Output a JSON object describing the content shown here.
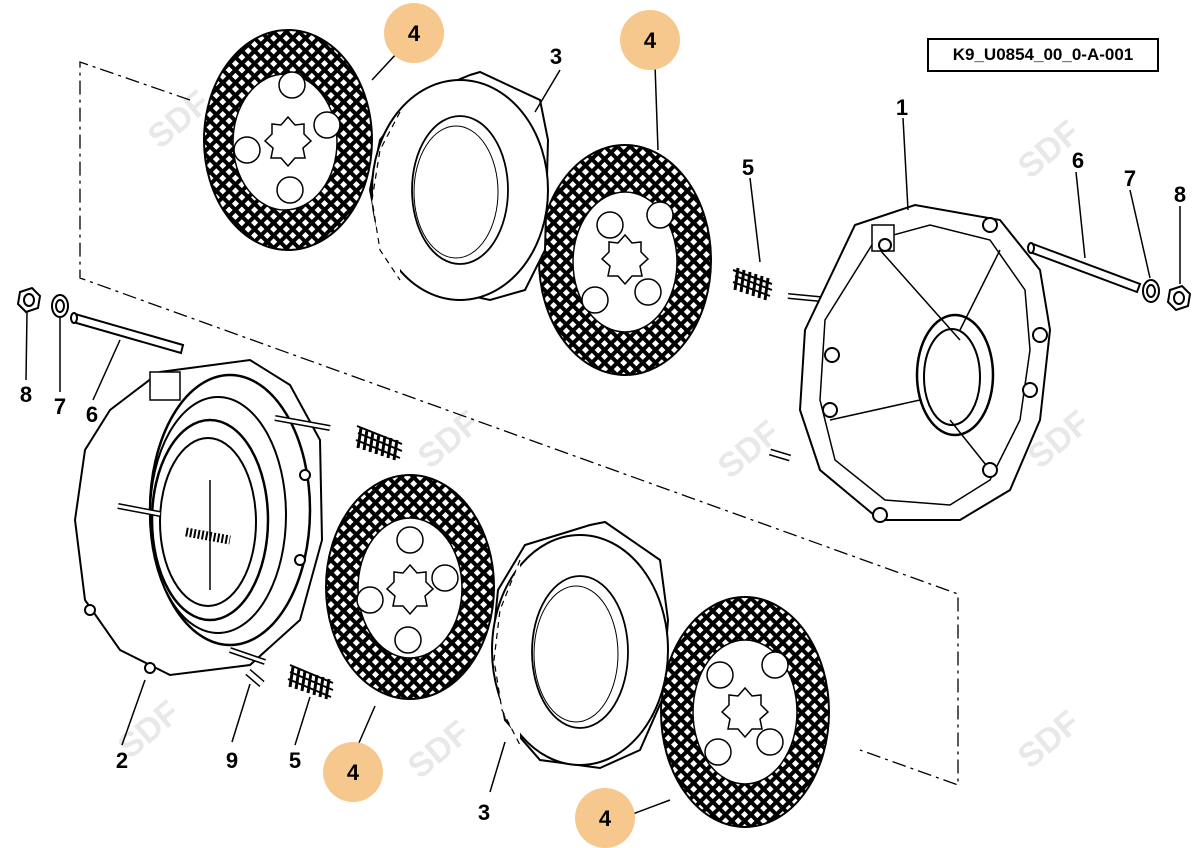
{
  "drawing_code": "K9_U0854_00_0-A-001",
  "watermark": "SDF",
  "highlight_color": "#f6c88e",
  "callouts": {
    "c1": "1",
    "c2": "2",
    "c3a": "3",
    "c3b": "3",
    "c4a": "4",
    "c4b": "4",
    "c4c": "4",
    "c4d": "4",
    "c5a": "5",
    "c5b": "5",
    "c6a": "6",
    "c6b": "6",
    "c7a": "7",
    "c7b": "7",
    "c8a": "8",
    "c8b": "8",
    "c9": "9"
  }
}
